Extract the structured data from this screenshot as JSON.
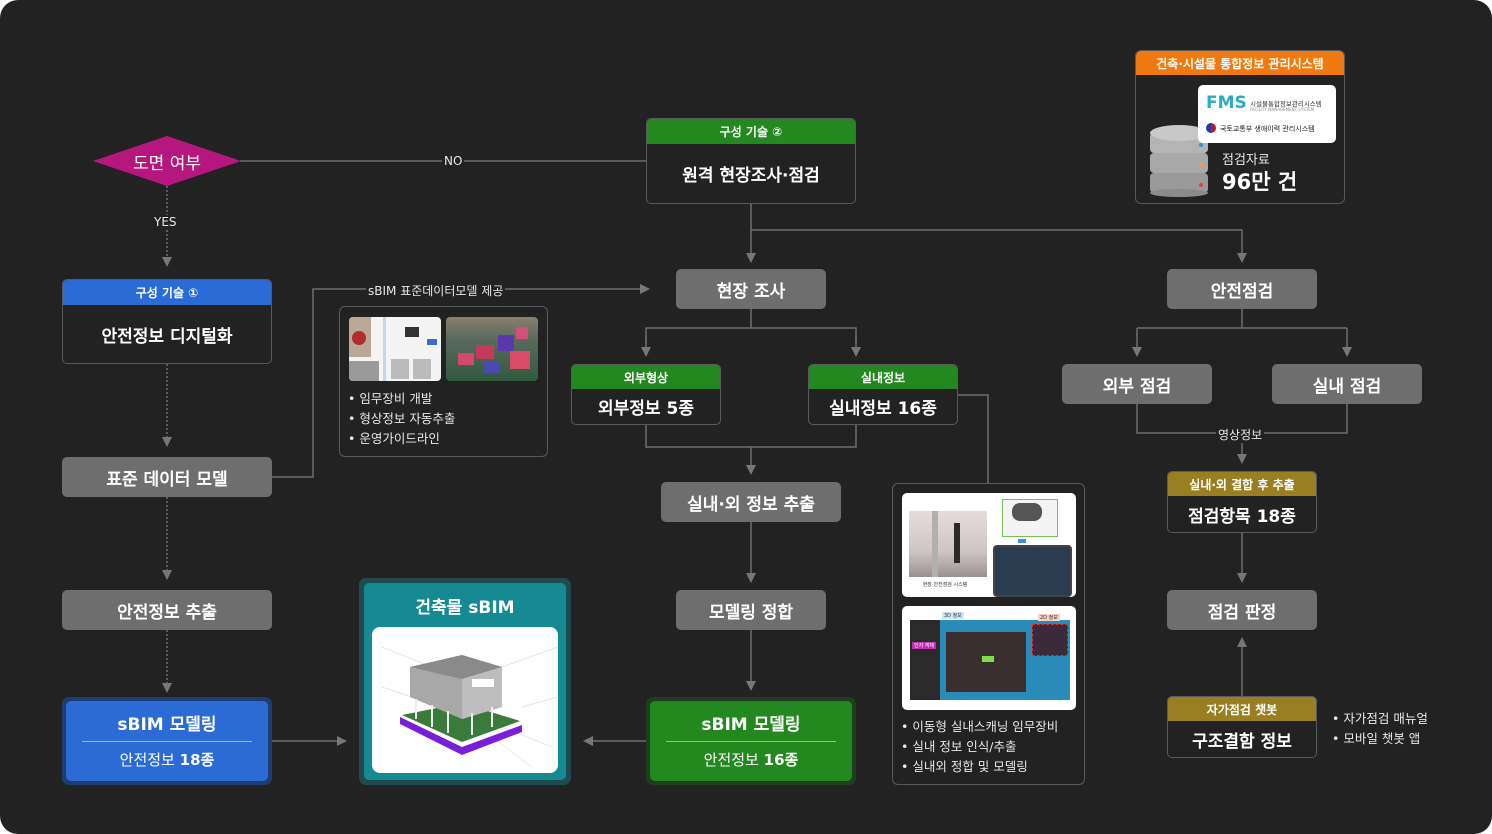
{
  "decision": {
    "label": "도면 여부",
    "yes": "YES",
    "no": "NO",
    "color": "#b5177e"
  },
  "tech1": {
    "header": "구성 기술 ①",
    "title": "안전정보 디지털화",
    "color": "#2a6bd6"
  },
  "tech2": {
    "header": "구성 기술 ②",
    "title": "원격 현장조사·점검",
    "color": "#22881f"
  },
  "left_flow": {
    "standard_model": "표준 데이터 모델",
    "safety_extract": "안전정보 추출",
    "sbim_modeling": {
      "title": "sBIM 모델링",
      "sub_prefix": "안전정보 ",
      "sub_count": "18종"
    }
  },
  "sbim_provide": {
    "label": "sBIM 표준데이터모델 제공",
    "bullets": [
      "임무장비 개발",
      "형상정보 자동추출",
      "운영가이드라인"
    ]
  },
  "building_sbim": {
    "title": "건축물 sBIM",
    "color": "#168a93"
  },
  "survey": {
    "title": "현장 조사",
    "exterior": {
      "header": "외부형상",
      "title": "외부정보 5종"
    },
    "interior": {
      "header": "실내정보",
      "title": "실내정보 16종"
    },
    "extract": "실내·외 정보 추출",
    "match": "모델링 정합",
    "sbim_modeling": {
      "title": "sBIM 모델링",
      "sub_prefix": "안전정보 ",
      "sub_count": "16종"
    }
  },
  "indoor_panel": {
    "bullets": [
      "이동형 실내스캐닝 임무장비",
      "실내 정보 인식/추출",
      "실내외 정합 및 모델링"
    ],
    "image1_caption": "현장 안전점검 시스템",
    "image2_tags": [
      "3D 정보",
      "2D 정보",
      "인지 객체"
    ]
  },
  "inspection": {
    "title": "안전점검",
    "exterior": "외부 점검",
    "interior": "실내 점검",
    "video_label": "영상정보",
    "items": {
      "header": "실내·외 결합 후 추출",
      "title": "점검항목 18종"
    },
    "judgement": "점검 판정",
    "chatbot": {
      "header": "자가점검 챗봇",
      "title": "구조결함 정보"
    },
    "chatbot_bullets": [
      "자가점검 매뉴얼",
      "모바일 챗봇 앱"
    ],
    "gold": "#9a7f22"
  },
  "fms": {
    "header": "건축·시설물 통합정보 관리시스템",
    "header_color": "#f07a10",
    "logo": "FMS",
    "logo_sub1": "시설물통합정보관리시스템",
    "logo_sub2": "FACILITY MANAGEMENT SYSTEM",
    "ministry": "국토교통부 생애이력 관리시스템",
    "data_label": "점검자료",
    "data_value": "96만 건"
  }
}
